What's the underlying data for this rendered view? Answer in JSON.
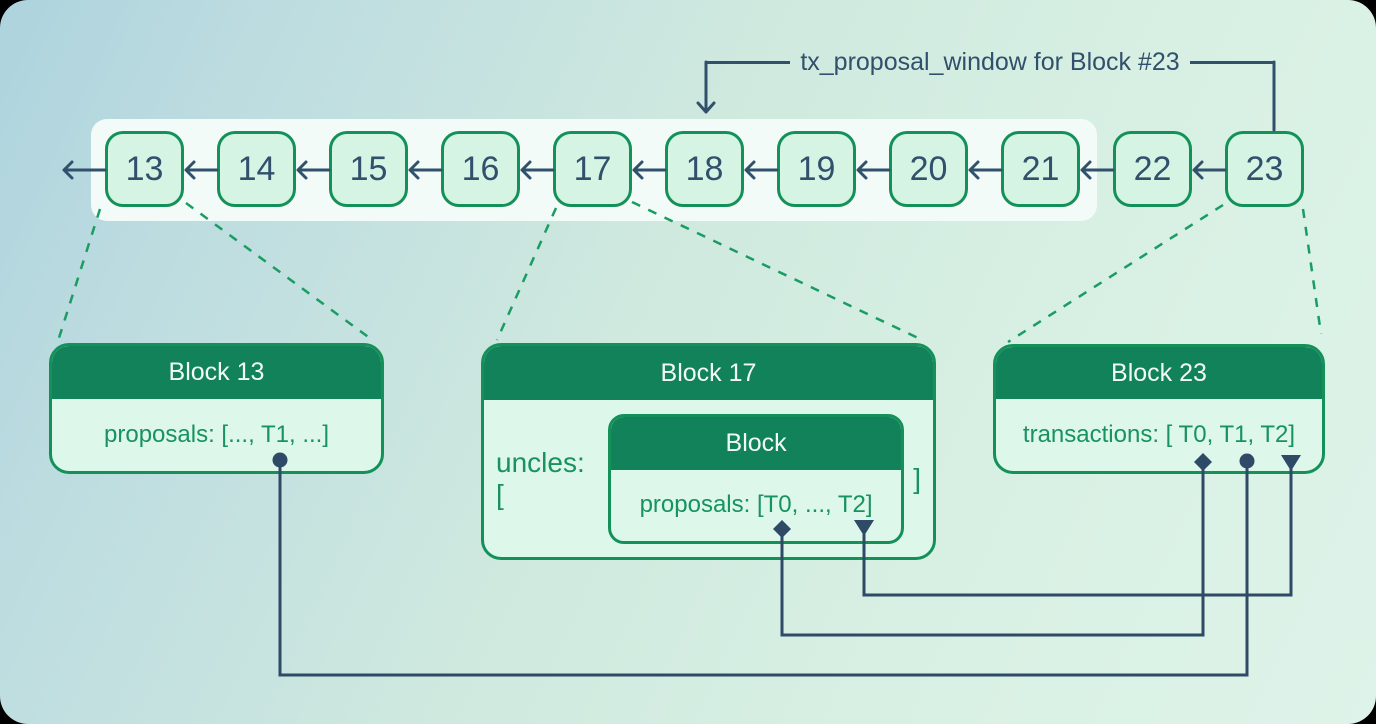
{
  "window_label": "tx_proposal_window for Block #23",
  "chain": {
    "blocks": [
      "13",
      "14",
      "15",
      "16",
      "17",
      "18",
      "19",
      "20",
      "21",
      "22",
      "23"
    ]
  },
  "boxes": {
    "block13": {
      "title": "Block 13",
      "body": "proposals: [..., T1, ...]"
    },
    "block17": {
      "title": "Block 17",
      "uncles_open": "uncles: [",
      "uncles_close": "]",
      "uncle": {
        "title": "Block",
        "body": "proposals: [T0, ..., T2]"
      }
    },
    "block23": {
      "title": "Block 23",
      "body": "transactions: [ T0, T1, T2]"
    }
  },
  "markers": {
    "t0": "diamond-marker",
    "t1": "circle-marker",
    "t2": "triangle-marker"
  },
  "colors": {
    "header_green": "#12825A",
    "border_green": "#149159",
    "dashed_green": "#1A9C63",
    "body_mint": "#DDF7EB",
    "chain_block_mint": "#D5F4E4",
    "window_band": "#F2FBF8",
    "line_navy": "#31506B",
    "background_top_left": "#AED3DE",
    "background_bottom_right": "#DEF3E9"
  }
}
